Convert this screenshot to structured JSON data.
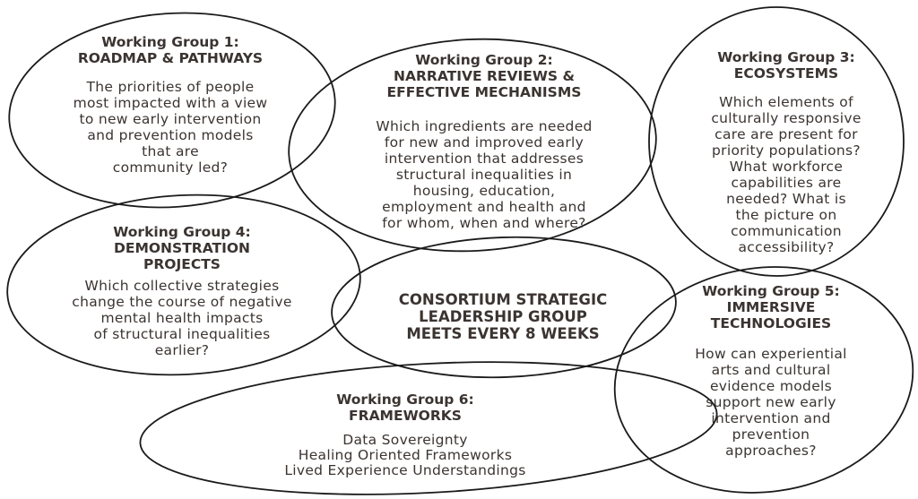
{
  "groups": [
    {
      "title": "Working Group 1:",
      "subtitle": "ROADMAP & PATHWAYS",
      "body": [
        "The priorities of people",
        "most impacted with a view",
        "to new early intervention",
        "and prevention models",
        "that are",
        "community led?"
      ]
    },
    {
      "title": "Working Group 2:",
      "subtitle": [
        "NARRATIVE REVIEWS &",
        "EFFECTIVE MECHANISMS"
      ],
      "body": [
        "Which ingredients are needed",
        "for new and improved early",
        "intervention that addresses",
        "structural inequalities in",
        "housing, education,",
        "employment and health and",
        "for  whom, when and where?"
      ]
    },
    {
      "title": "Working Group 3:",
      "subtitle": "ECOSYSTEMS",
      "body": [
        "Which elements of",
        "culturally responsive",
        "care are present for",
        "priority populations?",
        "What workforce",
        "capabilities are",
        "needed? What is",
        "the picture on",
        "communication",
        "accessibility?"
      ]
    },
    {
      "title": "Working Group 4:",
      "subtitle": [
        "DEMONSTRATION",
        "PROJECTS"
      ],
      "body": [
        "Which collective strategies",
        "change the course of negative",
        "mental health impacts",
        "of structural inequalities",
        "earlier?"
      ]
    },
    {
      "title": "Working Group 5:",
      "subtitle": [
        "IMMERSIVE",
        "TECHNOLOGIES"
      ],
      "body": [
        "How can experiential",
        "arts and cultural",
        "evidence models",
        "support new early",
        "intervention and",
        "prevention",
        "approaches?"
      ]
    },
    {
      "title": "Working Group 6:",
      "subtitle": "FRAMEWORKS",
      "body": [
        "Data Sovereignty",
        "Healing Oriented Frameworks",
        "Lived Experience Understandings"
      ]
    }
  ],
  "center": [
    "CONSORTIUM STRATEGIC",
    "LEADERSHIP GROUP",
    "MEETS EVERY 8 WEEKS"
  ]
}
